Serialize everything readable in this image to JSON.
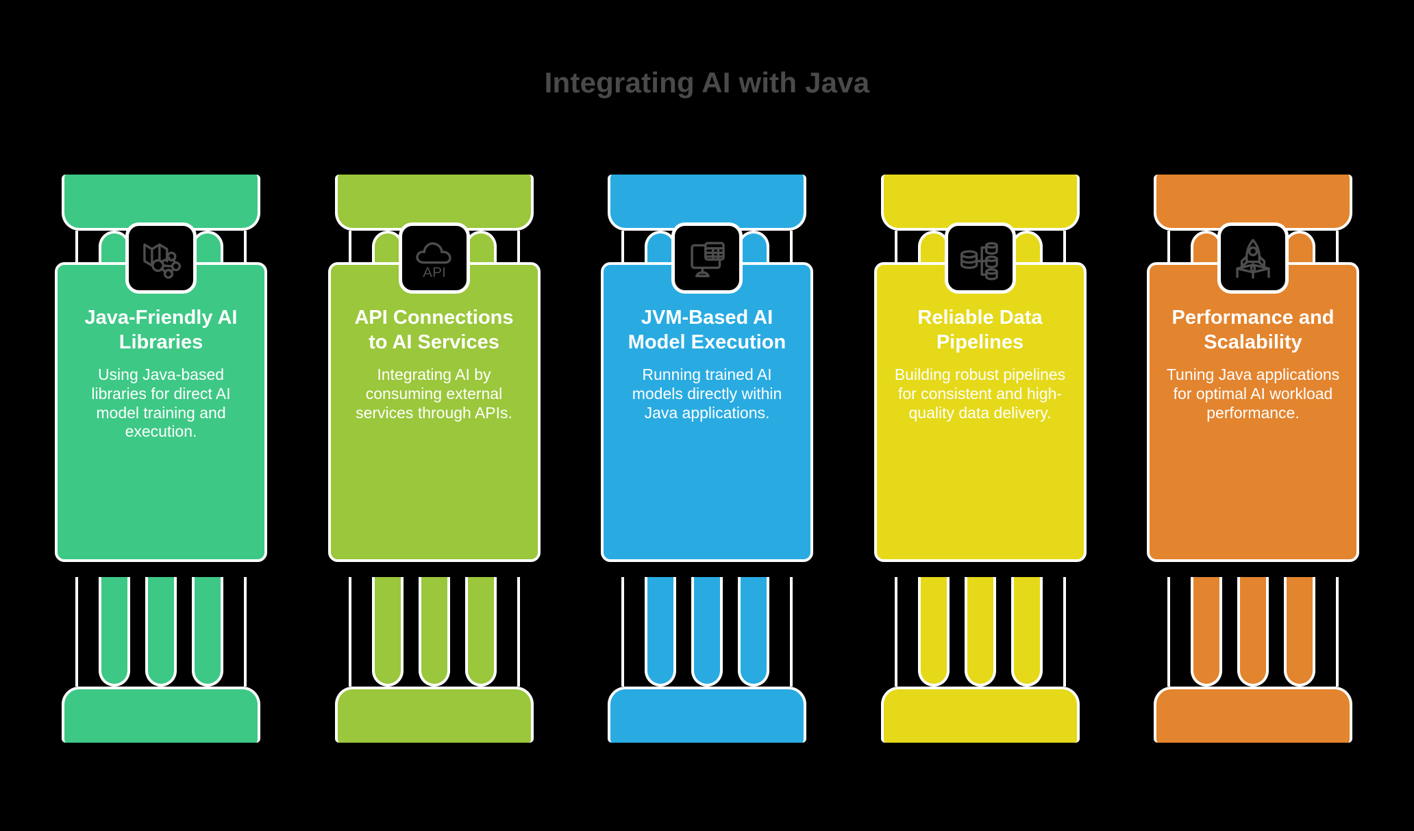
{
  "header": {
    "title": "Integrating AI with Java",
    "title_color": "#4a4a4a"
  },
  "background_color": "#000000",
  "pillars": [
    {
      "color": "#3DC885",
      "icon": "library-network-icon",
      "title": "Java-Friendly AI Libraries",
      "description": "Using Java-based libraries for direct AI model training and execution."
    },
    {
      "color": "#9AC73B",
      "icon": "cloud-api-icon",
      "title": "API Connections to AI Services",
      "description": "Integrating AI by consuming external services through APIs."
    },
    {
      "color": "#29ABE2",
      "icon": "monitor-table-icon",
      "title": "JVM-Based AI Model Execution",
      "description": "Running trained AI models directly within Java applications."
    },
    {
      "color": "#E5D919",
      "icon": "database-pipeline-icon",
      "title": "Reliable Data Pipelines",
      "description": "Building robust pipelines for consistent and high-quality data delivery."
    },
    {
      "color": "#E3842E",
      "icon": "rocket-launch-icon",
      "title": "Performance and Scalability",
      "description": "Tuning Java applications for optimal AI workload performance."
    }
  ]
}
